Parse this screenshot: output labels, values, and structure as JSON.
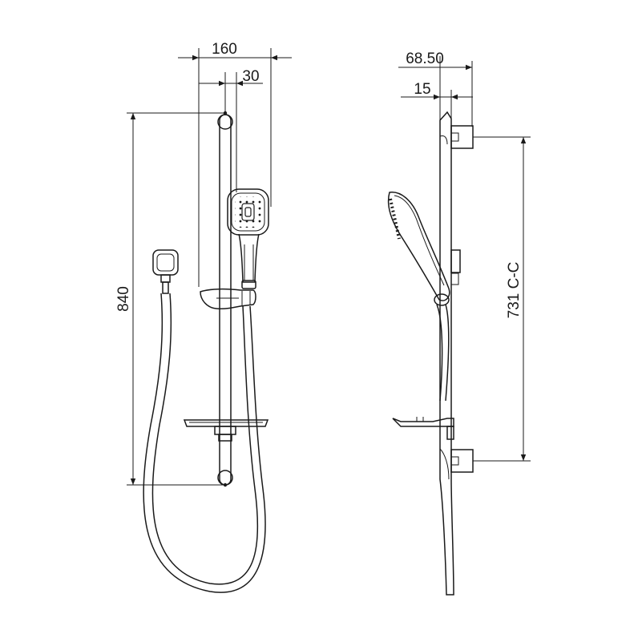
{
  "front_view": {
    "dim_width": "160",
    "dim_offset": "30",
    "dim_height": "840"
  },
  "side_view": {
    "dim_depth": "68.50",
    "dim_rail_offset": "15",
    "dim_centres": "731 C-C"
  },
  "colors": {
    "line": "#1a1a1a",
    "background": "#ffffff"
  }
}
